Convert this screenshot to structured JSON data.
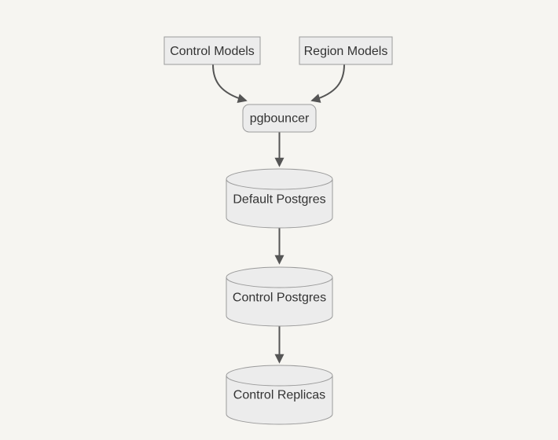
{
  "diagram": {
    "kind": "flowchart",
    "colors": {
      "background": "#f6f5f1",
      "node_fill": "#ececec",
      "node_border": "#9b9b9b",
      "edge_color": "#555555",
      "text_color": "#333333"
    },
    "nodes": [
      {
        "id": "control-models",
        "label": "Control Models",
        "shape": "rectangle"
      },
      {
        "id": "region-models",
        "label": "Region Models",
        "shape": "rectangle"
      },
      {
        "id": "pgbouncer",
        "label": "pgbouncer",
        "shape": "rounded-rectangle"
      },
      {
        "id": "default-postgres",
        "label": "Default Postgres",
        "shape": "cylinder"
      },
      {
        "id": "control-postgres",
        "label": "Control Postgres",
        "shape": "cylinder"
      },
      {
        "id": "control-replicas",
        "label": "Control Replicas",
        "shape": "cylinder"
      }
    ],
    "edges": [
      {
        "from": "control-models",
        "to": "pgbouncer"
      },
      {
        "from": "region-models",
        "to": "pgbouncer"
      },
      {
        "from": "pgbouncer",
        "to": "default-postgres"
      },
      {
        "from": "default-postgres",
        "to": "control-postgres"
      },
      {
        "from": "control-postgres",
        "to": "control-replicas"
      }
    ]
  }
}
